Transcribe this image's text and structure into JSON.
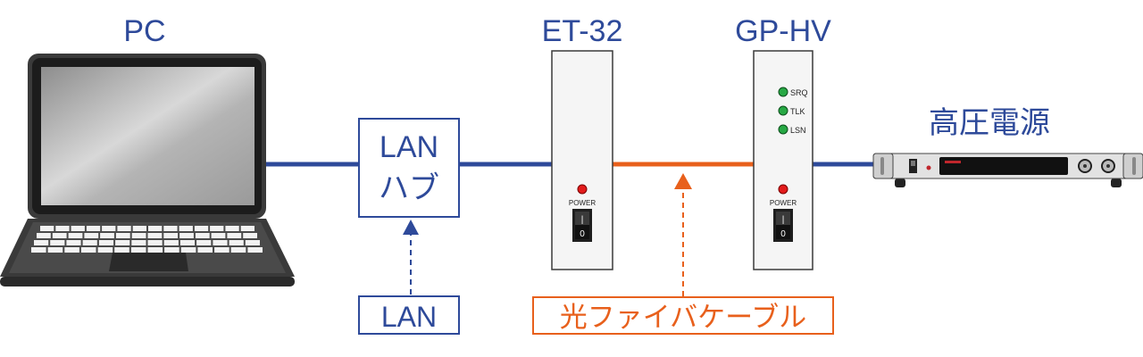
{
  "colors": {
    "blue": "#2e4a9a",
    "orange": "#e8601c",
    "device_border": "#3a3a3a",
    "panel_fill": "#f5f5f5",
    "led_green": "#27a844",
    "led_red": "#e21b1b"
  },
  "labels": {
    "pc": "PC",
    "et32": "ET-32",
    "gphv": "GP-HV",
    "hv_supply": "高圧電源",
    "lan_hub_line1": "LAN",
    "lan_hub_line2": "ハブ",
    "lan_cable": "LAN",
    "fiber_cable": "光ファイバケーブル"
  },
  "gphv_leds": [
    "SRQ",
    "TLK",
    "LSN"
  ],
  "power_label": "POWER",
  "switch_on": "|",
  "switch_off": "0"
}
